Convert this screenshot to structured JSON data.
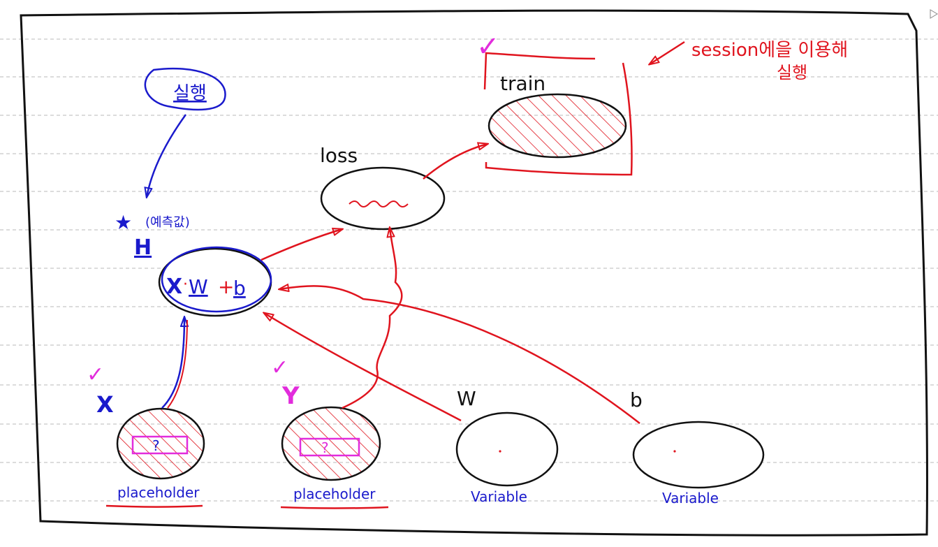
{
  "colors": {
    "ink": "#111111",
    "blue": "#1a1acc",
    "red": "#e0141e",
    "magenta": "#e22cdc",
    "ruled_line": "#b8b8b8"
  },
  "nodes": {
    "train": {
      "label": "train"
    },
    "loss": {
      "label": "loss"
    },
    "hypothesis": {
      "label": "H",
      "formula_x": "X",
      "formula_w": "W",
      "formula_b": "b",
      "note": "(예측값)"
    },
    "x_input": {
      "label": "X",
      "type": "placeholder",
      "mark": "?"
    },
    "y_input": {
      "label": "Y",
      "type": "placeholder",
      "mark": "?"
    },
    "w_node": {
      "label": "W",
      "type": "Variable"
    },
    "b_node": {
      "label": "b",
      "type": "Variable"
    }
  },
  "annotations": {
    "session_line1": "session에을 이용해",
    "session_line2": "실행",
    "run_bubble": "실행",
    "check_x": "✓",
    "check_y": "✓",
    "check_train": "✓"
  }
}
